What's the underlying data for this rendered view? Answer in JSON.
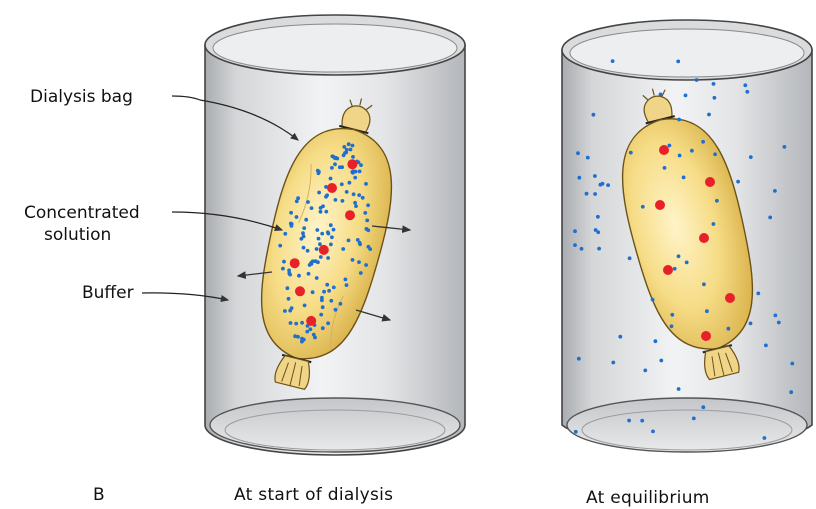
{
  "labels": {
    "dialysis_bag": "Dialysis bag",
    "concentrated_line1": "Concentrated",
    "concentrated_line2": "solution",
    "buffer": "Buffer"
  },
  "captions": {
    "panel_letter": "B",
    "start": "At start of dialysis",
    "equilibrium": "At equilibrium"
  },
  "colors": {
    "small_molecule": "#1f6fd1",
    "large_molecule": "#e8202a",
    "bag_fill": "#f6dc86",
    "cylinder_tint": "#c9cbce"
  },
  "icons": [
    "beaker-cylinder",
    "dialysis-bag",
    "diffusion-arrow"
  ]
}
